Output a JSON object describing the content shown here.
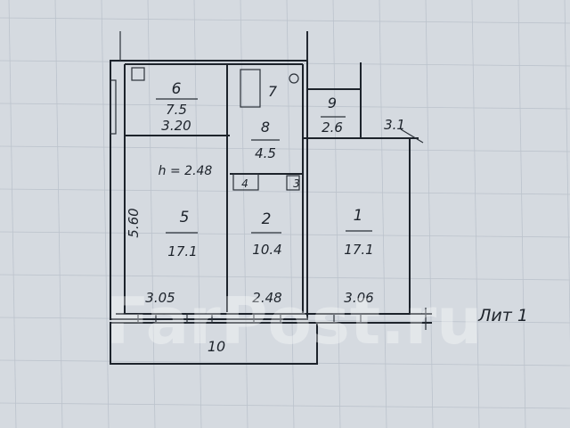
{
  "plan": {
    "rooms": [
      {
        "number": "6",
        "area": "7.5",
        "dim": "3.20"
      },
      {
        "number": "7"
      },
      {
        "number": "8",
        "area": "4.5"
      },
      {
        "number": "9",
        "area": "2.6",
        "dim": "3.1"
      },
      {
        "number": "5",
        "area": "17.1"
      },
      {
        "number": "2",
        "area": "10.4"
      },
      {
        "number": "1",
        "area": "17.1"
      },
      {
        "number": "4"
      },
      {
        "number": "3"
      },
      {
        "number": "10"
      }
    ],
    "ceiling_height": "h = 2.48",
    "side_dim": "5.60",
    "bottom_dims": [
      "3.05",
      "2.48",
      "3.06"
    ],
    "sheet_label": "Лит 1"
  },
  "watermark": "FarPost.ru"
}
